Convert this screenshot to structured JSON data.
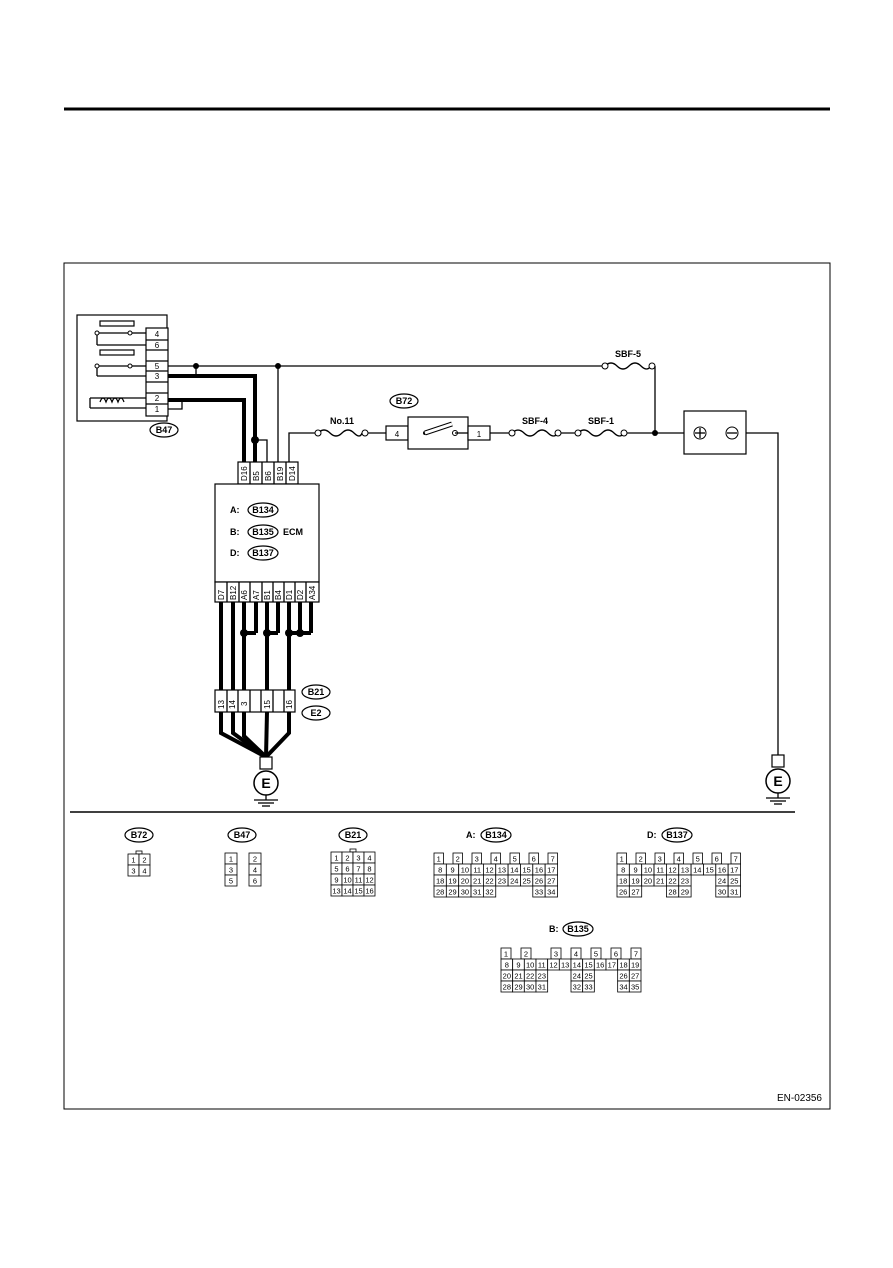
{
  "figure_id": "EN-02356",
  "connectors": {
    "b47": "B47",
    "b72": "B72",
    "b134": "B134",
    "b135": "B135",
    "b137": "B137",
    "b21": "B21",
    "e2": "E2"
  },
  "ground": "E",
  "ecm": {
    "label": "ECM",
    "prefix_a": "A:",
    "prefix_b": "B:",
    "prefix_d": "D:",
    "top_pins": [
      "D16",
      "B5",
      "B6",
      "B19",
      "D14"
    ],
    "bottom_pins": [
      "D7",
      "B12",
      "A6",
      "A7",
      "B1",
      "B4",
      "D1",
      "D2",
      "A34"
    ]
  },
  "relay_pins": [
    "4",
    "6",
    "5",
    "3",
    "",
    "2",
    "1"
  ],
  "b21_pins": [
    "13",
    "14",
    "3",
    "",
    "15",
    "",
    "16"
  ],
  "fuses": {
    "no11": "No.11",
    "sbf5": "SBF-5",
    "sbf4": "SBF-4",
    "sbf1": "SBF-1"
  },
  "switch_pins": {
    "left": "4",
    "right": "1"
  },
  "legend": {
    "b72_grid": [
      [
        "1",
        "2"
      ],
      [
        "3",
        "4"
      ]
    ],
    "b47_grid": [
      [
        "1",
        "",
        "2"
      ],
      [
        "3",
        "",
        "4"
      ],
      [
        "5",
        "",
        "6"
      ]
    ],
    "b21_grid": [
      [
        "1",
        "2",
        "3",
        "4"
      ],
      [
        "5",
        "6",
        "7",
        "8"
      ],
      [
        "9",
        "10",
        "11",
        "12"
      ],
      [
        "13",
        "14",
        "15",
        "16"
      ]
    ],
    "b134_grid": [
      [
        "1",
        "",
        "2",
        "",
        "3",
        "",
        "4",
        "",
        "5",
        "",
        "6",
        "",
        "7"
      ],
      [
        "8",
        "9",
        "10",
        "11",
        "12",
        "13",
        "14",
        "15",
        "16",
        "17"
      ],
      [
        "18",
        "19",
        "20",
        "21",
        "22",
        "23",
        "24",
        "25",
        "26",
        "27"
      ],
      [
        "28",
        "29",
        "30",
        "31",
        "32",
        "",
        "",
        "",
        "33",
        "34"
      ]
    ],
    "b137_grid": [
      [
        "1",
        "",
        "2",
        "",
        "3",
        "",
        "4",
        "",
        "5",
        "",
        "6",
        "",
        "7"
      ],
      [
        "8",
        "9",
        "10",
        "11",
        "12",
        "13",
        "14",
        "15",
        "16",
        "17"
      ],
      [
        "18",
        "19",
        "20",
        "21",
        "22",
        "23",
        "",
        "",
        "24",
        "25"
      ],
      [
        "26",
        "27",
        "",
        "",
        "28",
        "29",
        "",
        "",
        "30",
        "31"
      ]
    ],
    "b135_grid": [
      [
        "1",
        "",
        "2",
        "",
        "",
        "3",
        "",
        "4",
        "",
        "5",
        "",
        "6",
        "",
        "7"
      ],
      [
        "8",
        "9",
        "10",
        "11",
        "12",
        "13",
        "14",
        "15",
        "16",
        "17",
        "18",
        "19"
      ],
      [
        "20",
        "21",
        "22",
        "23",
        "",
        "",
        "24",
        "25",
        "",
        "",
        "26",
        "27"
      ],
      [
        "28",
        "29",
        "30",
        "31",
        "",
        "",
        "32",
        "33",
        "",
        "",
        "34",
        "35"
      ]
    ]
  }
}
